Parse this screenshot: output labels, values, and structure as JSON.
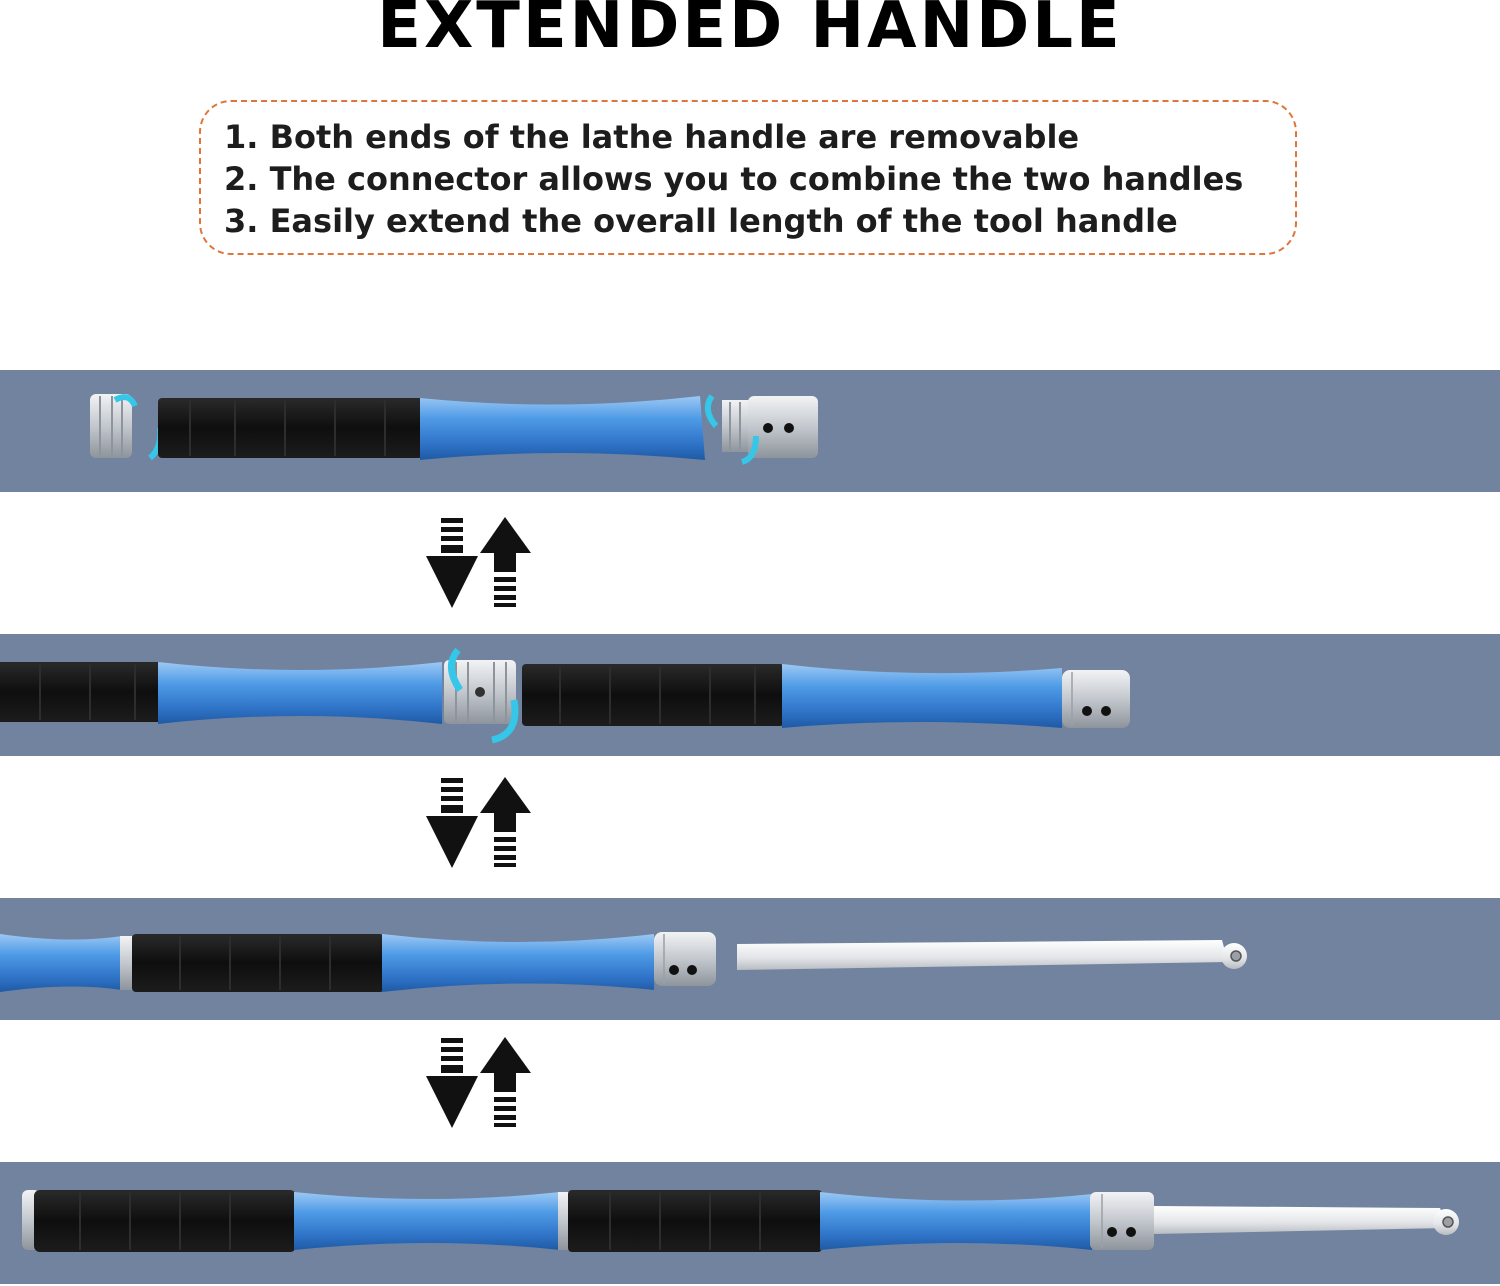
{
  "title": "EXTENDED HANDLE",
  "notes": [
    "1. Both ends of the lathe handle are removable",
    "2. The connector allows you to combine the two handles",
    "3. Easily extend the overall length of the tool handle"
  ],
  "colors": {
    "band": "#71839f",
    "accent_border": "#e0753a",
    "handle_blue": "#3f8bdc",
    "grip_black": "#111111",
    "metal": "#cfd3d8",
    "rotate_arrow": "#35c6e8"
  },
  "steps": [
    {
      "name": "disassembled-handle"
    },
    {
      "name": "connected-handles"
    },
    {
      "name": "handle-and-cutter-bar"
    },
    {
      "name": "fully-extended-tool"
    }
  ],
  "transition_icon": "swap-arrows-icon"
}
